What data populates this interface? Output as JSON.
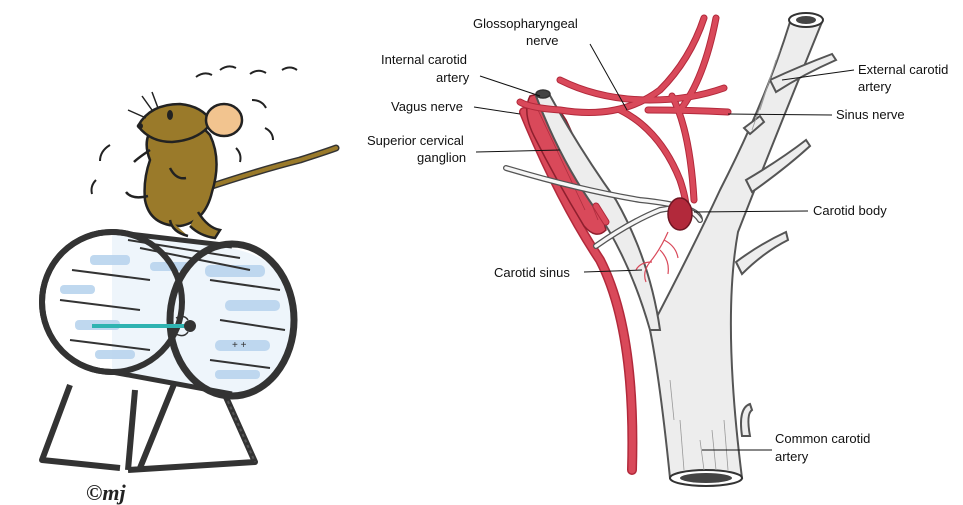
{
  "colors": {
    "nerve": "#d9495a",
    "nerve_dark": "#b2293b",
    "artery": "#ededed",
    "artery_outline": "#555555",
    "wheel_tint": "#b9d4ee",
    "wheel_axle": "#2fb3b1",
    "mouse_body": "#9a7a2a",
    "mouse_ear": "#f2c48f"
  },
  "cartoon": {
    "signature": "©mj",
    "icons": [
      "mouse-icon",
      "hamster-wheel-icon"
    ]
  },
  "labels": {
    "glossopharyngeal_1": "Glossopharyngeal",
    "glossopharyngeal_2": "nerve",
    "internal_carotid_1": "Internal carotid",
    "internal_carotid_2": "artery",
    "vagus": "Vagus nerve",
    "superior_cervical_1": "Superior cervical",
    "superior_cervical_2": "ganglion",
    "external_carotid_1": "External carotid",
    "external_carotid_2": "artery",
    "sinus_nerve": "Sinus nerve",
    "carotid_body": "Carotid body",
    "carotid_sinus": "Carotid sinus",
    "common_carotid_1": "Common carotid",
    "common_carotid_2": "artery"
  }
}
